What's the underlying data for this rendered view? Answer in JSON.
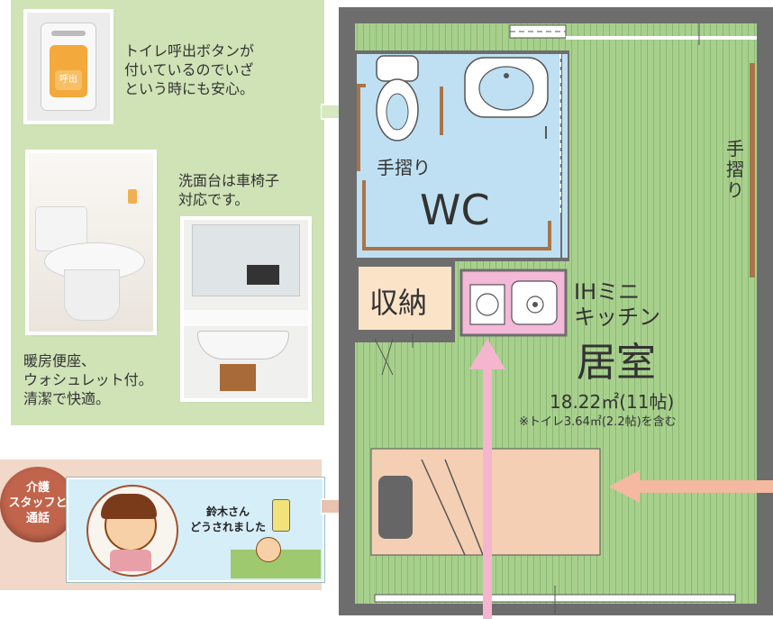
{
  "captions": {
    "call_button": "トイレ呼出ボタンが\n付いているのでいざ\nという時にも安心。",
    "sink": "洗面台は車椅子\n対応です。",
    "toilet": "暖房便座、\nウォシュレット付。\n清潔で快適。"
  },
  "call_badge": "介護\nスタッフと\n通話",
  "call_button_label": "呼出",
  "cartoon_speech": "鈴木さん\nどうされました",
  "plan": {
    "wc_label": "WC",
    "handrail_wc": "手摺り",
    "handrail_right": "手\n摺\nり",
    "storage_label": "収納",
    "kitchen_label": "IHミニ\nキッチン",
    "room_label": "居室",
    "room_area": "18.22㎡(11帖)",
    "room_note": "※トイレ3.64㎡(2.2帖)を含む"
  },
  "colors": {
    "green_panel": "#cfe3b6",
    "pink_panel": "#f1d8c8",
    "wc_blue": "#bfe0f2",
    "floor_green": "#a8d08d",
    "storage_peach": "#fbe3c8",
    "kitchen_pink": "#f4b8d8",
    "bed_peach": "#f4cfb4",
    "wall_gray": "#6d6d6d",
    "rail_brown": "#a9744a",
    "arrow_pink": "#f5b5cf"
  }
}
